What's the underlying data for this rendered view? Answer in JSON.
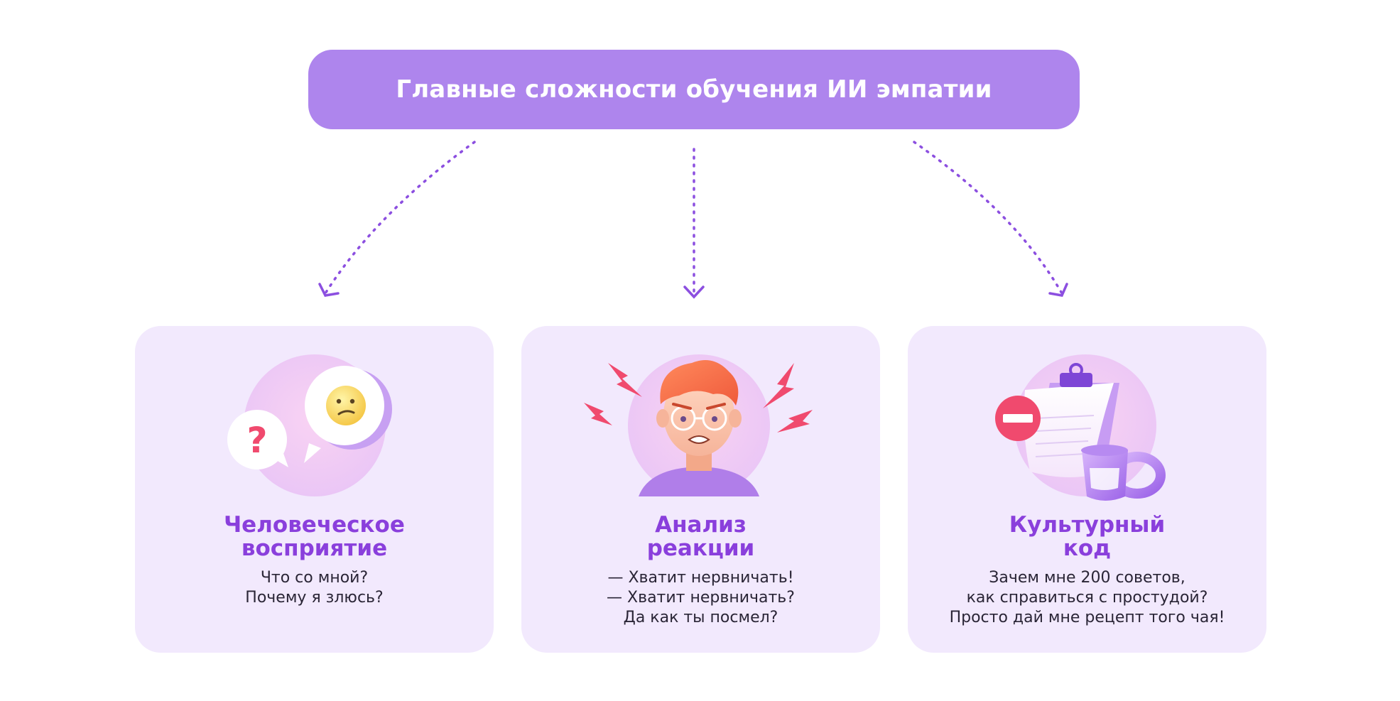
{
  "header": {
    "title": "Главные сложности обучения ИИ эмпатии"
  },
  "cards": [
    {
      "title_lines": [
        "Человеческое",
        "восприятие"
      ],
      "body_lines": [
        "Что со мной?",
        "Почему я злюсь?"
      ],
      "illustration": "speech-bubbles-confused-emoji"
    },
    {
      "title_lines": [
        "Анализ",
        "реакции"
      ],
      "body_lines": [
        "— Хватит нервничать!",
        "— Хватит нервничать?",
        "Да как ты посмел?"
      ],
      "illustration": "angry-man-lightning"
    },
    {
      "title_lines": [
        "Культурный",
        "код"
      ],
      "body_lines": [
        "Зачем мне 200 советов,",
        "как справиться с простудой?",
        "Просто дай мне рецепт того чая!"
      ],
      "illustration": "clipboard-stop-cup"
    }
  ],
  "colors": {
    "accent": "#ae85ed",
    "title": "#8a3fdc",
    "card_bg": "#f2e9fd",
    "arrow": "#8c4fe0",
    "lightning": "#f04a6e"
  }
}
